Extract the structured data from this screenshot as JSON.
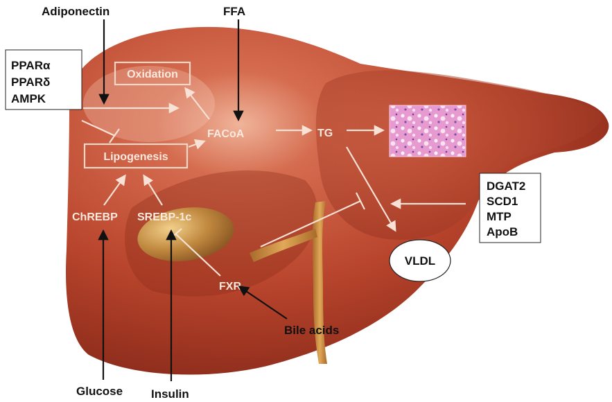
{
  "labels": {
    "adiponectin": "Adiponectin",
    "ffa": "FFA",
    "ppar_alpha": "PPARα",
    "ppar_delta": "PPARδ",
    "ampk": "AMPK",
    "oxidation": "Oxidation",
    "lipogenesis": "Lipogenesis",
    "facoa": "FACoA",
    "tg": "TG",
    "chrebp": "ChREBP",
    "srebp1c": "SREBP-1c",
    "fxr": "FXR",
    "bile_acids": "Bile acids",
    "glucose": "Glucose",
    "insulin": "Insulin",
    "vldl": "VLDL",
    "dgat2": "DGAT2",
    "scd1": "SCD1",
    "mtp": "MTP",
    "apob": "ApoB"
  },
  "colors": {
    "liver_main": "#b8442c",
    "liver_dark": "#7e2416",
    "liver_highlight": "#e9a288",
    "gallbladder": "#b8803a",
    "bile_duct": "#c8893e",
    "histology_bg": "#e79ad0",
    "white_text": "#fbe9de",
    "black_text": "#111111"
  }
}
